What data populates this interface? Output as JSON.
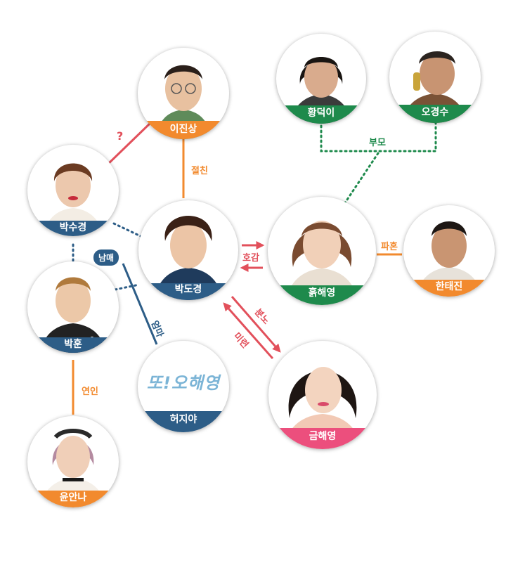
{
  "colors": {
    "blue": "#2d5d87",
    "orange": "#f28a2e",
    "green": "#1e8a4c",
    "pink": "#ec4f7d",
    "red": "#e2505b"
  },
  "characters": {
    "lee_jinsang": "이진상",
    "hwang_deoki": "황덕이",
    "oh_gyeongsu": "오경수",
    "park_sugyeong": "박수경",
    "park_dogyeong": "박도경",
    "heuk_haeyoung": "흙해영",
    "han_taejin": "한태진",
    "park_hun": "박훈",
    "heo_jiya": "허지야",
    "geum_haeyoung": "금해영",
    "yun_anna": "윤안나"
  },
  "logo_text": "또!오해영",
  "relations": {
    "question": "?",
    "best_friend": "절친",
    "parents": "부모",
    "favor": "호감",
    "broken_engagement": "파혼",
    "siblings": "남매",
    "mother": "엄마",
    "anger": "분노",
    "lingering": "미련",
    "lovers": "연인"
  }
}
